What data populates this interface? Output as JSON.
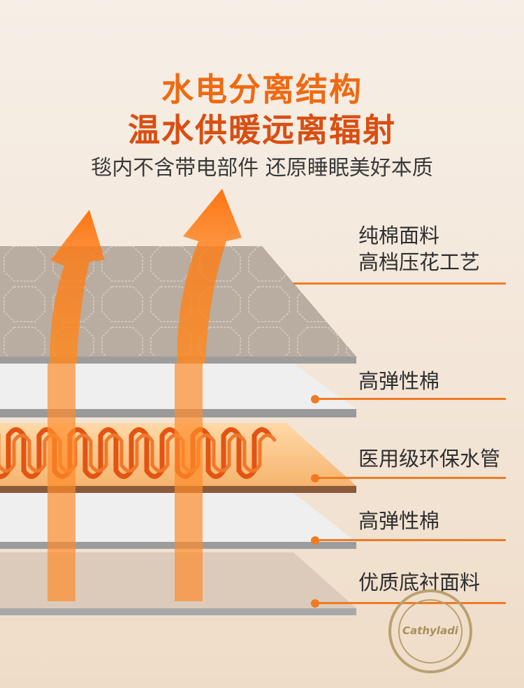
{
  "headline": {
    "line1": "水电分离结构",
    "line2": "温水供暖远离辐射",
    "subtitle": "毯内不含带电部件 还原睡眠美好本质"
  },
  "layers": [
    {
      "lines": [
        "纯棉面料",
        "高档压花工艺"
      ]
    },
    {
      "lines": [
        "高弹性棉"
      ]
    },
    {
      "lines": [
        "医用级环保水管"
      ]
    },
    {
      "lines": [
        "高弹性棉"
      ]
    },
    {
      "lines": [
        "优质底衬面料"
      ]
    }
  ],
  "seal": {
    "text": "Cathyladi"
  },
  "colors": {
    "accent": "#f07a22",
    "title1": "#ee6a12",
    "title2": "#d84f12",
    "fabric": "#b8aca2",
    "cotton": "#ececec",
    "pipe": "#e85a14",
    "base": "#d9c7b6"
  }
}
